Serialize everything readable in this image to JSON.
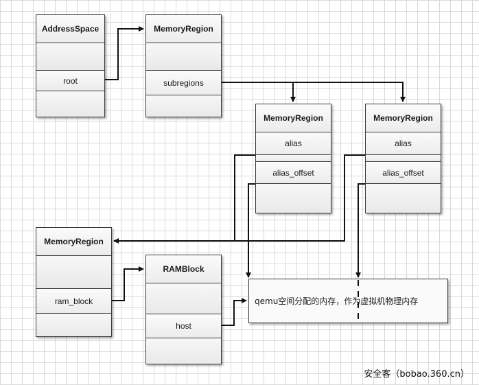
{
  "address_space": {
    "title": "AddressSpace",
    "field_root": "root"
  },
  "memory_region_top": {
    "title": "MemoryRegion",
    "field_subregions": "subregions"
  },
  "memory_region_sub1": {
    "title": "MemoryRegion",
    "field_alias": "alias",
    "field_alias_offset": "alias_offset"
  },
  "memory_region_sub2": {
    "title": "MemoryRegion",
    "field_alias": "alias",
    "field_alias_offset": "alias_offset"
  },
  "memory_region_ram": {
    "title": "MemoryRegion",
    "field_ram_block": "ram_block"
  },
  "ram_block": {
    "title": "RAMBlock",
    "field_host": "host"
  },
  "guest_memory_note": "qemu空间分配的内存，作为虚拟机物理内存",
  "watermark": "安全客（bobao.360.cn）"
}
